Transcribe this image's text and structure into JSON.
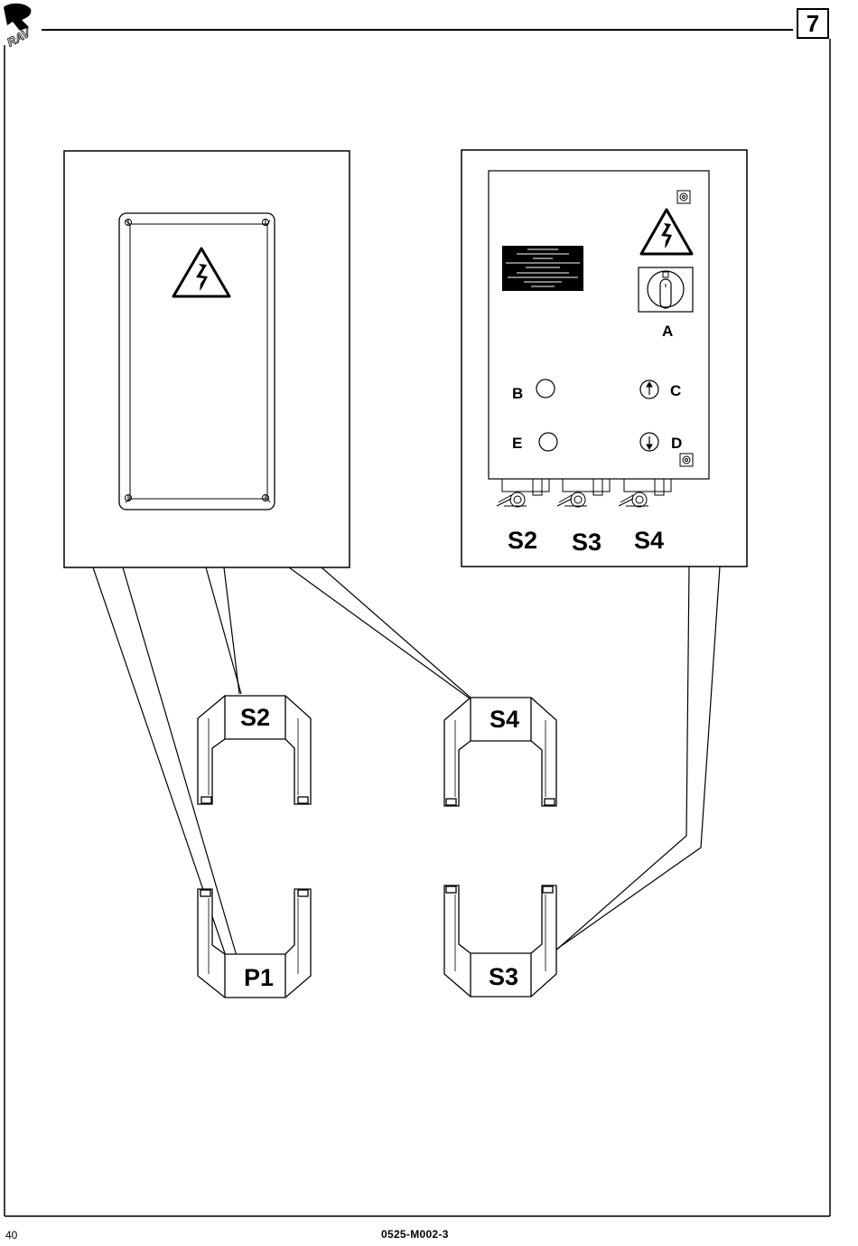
{
  "header": {
    "logo_text": "RAV",
    "page_badge": "7"
  },
  "left_panel": {
    "warning_sign": "high-voltage-warning"
  },
  "right_panel": {
    "labels": {
      "main_switch": "A",
      "button_b": "B",
      "button_e": "E",
      "button_up": "C",
      "button_down": "D"
    },
    "connectors": [
      "S2",
      "S3",
      "S4"
    ]
  },
  "connector_parts": {
    "top_left": "S2",
    "top_right": "S4",
    "bottom_left": "P1",
    "bottom_right": "S3"
  },
  "footer": {
    "page_number": "40",
    "document_code": "0525-M002-3"
  }
}
